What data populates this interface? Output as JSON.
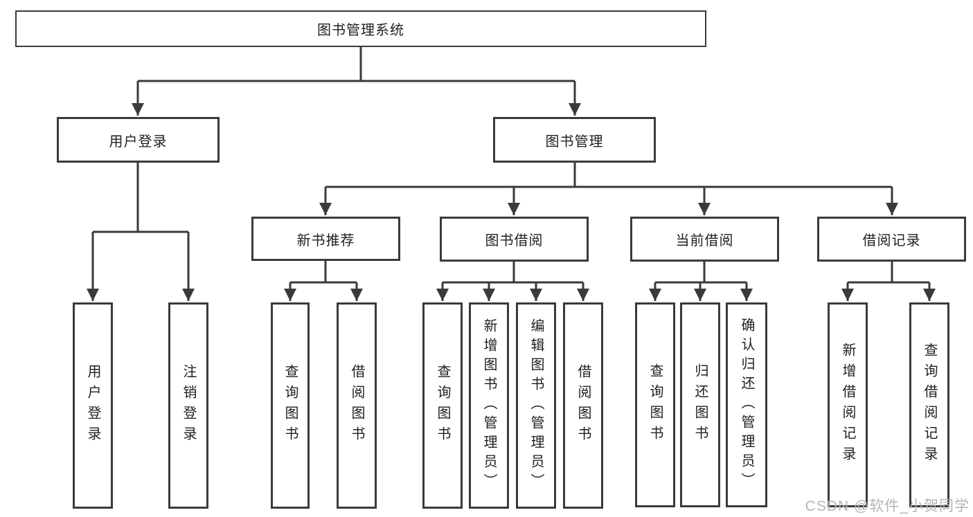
{
  "diagram": {
    "root": {
      "label": "图书管理系统"
    },
    "branches": [
      {
        "label": "用户登录",
        "children": [
          {
            "label": "用户登录"
          },
          {
            "label": "注销登录"
          }
        ]
      },
      {
        "label": "图书管理",
        "children": [
          {
            "label": "新书推荐",
            "children": [
              {
                "label": "查询图书"
              },
              {
                "label": "借阅图书"
              }
            ]
          },
          {
            "label": "图书借阅",
            "children": [
              {
                "label": "查询图书"
              },
              {
                "label": "新增图书（管理员）"
              },
              {
                "label": "编辑图书（管理员）"
              },
              {
                "label": "借阅图书"
              }
            ]
          },
          {
            "label": "当前借阅",
            "children": [
              {
                "label": "查询图书"
              },
              {
                "label": "归还图书"
              },
              {
                "label": "确认归还（管理员）"
              }
            ]
          },
          {
            "label": "借阅记录",
            "children": [
              {
                "label": "新增借阅记录"
              },
              {
                "label": "查询借阅记录"
              }
            ]
          }
        ]
      }
    ]
  },
  "watermark": {
    "text": "CSDN @软件_小贺同学"
  },
  "colors": {
    "line": "#3a3a3a",
    "box_border": "#3a3a3a",
    "text": "#1f1f1f",
    "watermark": "#b4b4b4",
    "background": "#ffffff"
  }
}
